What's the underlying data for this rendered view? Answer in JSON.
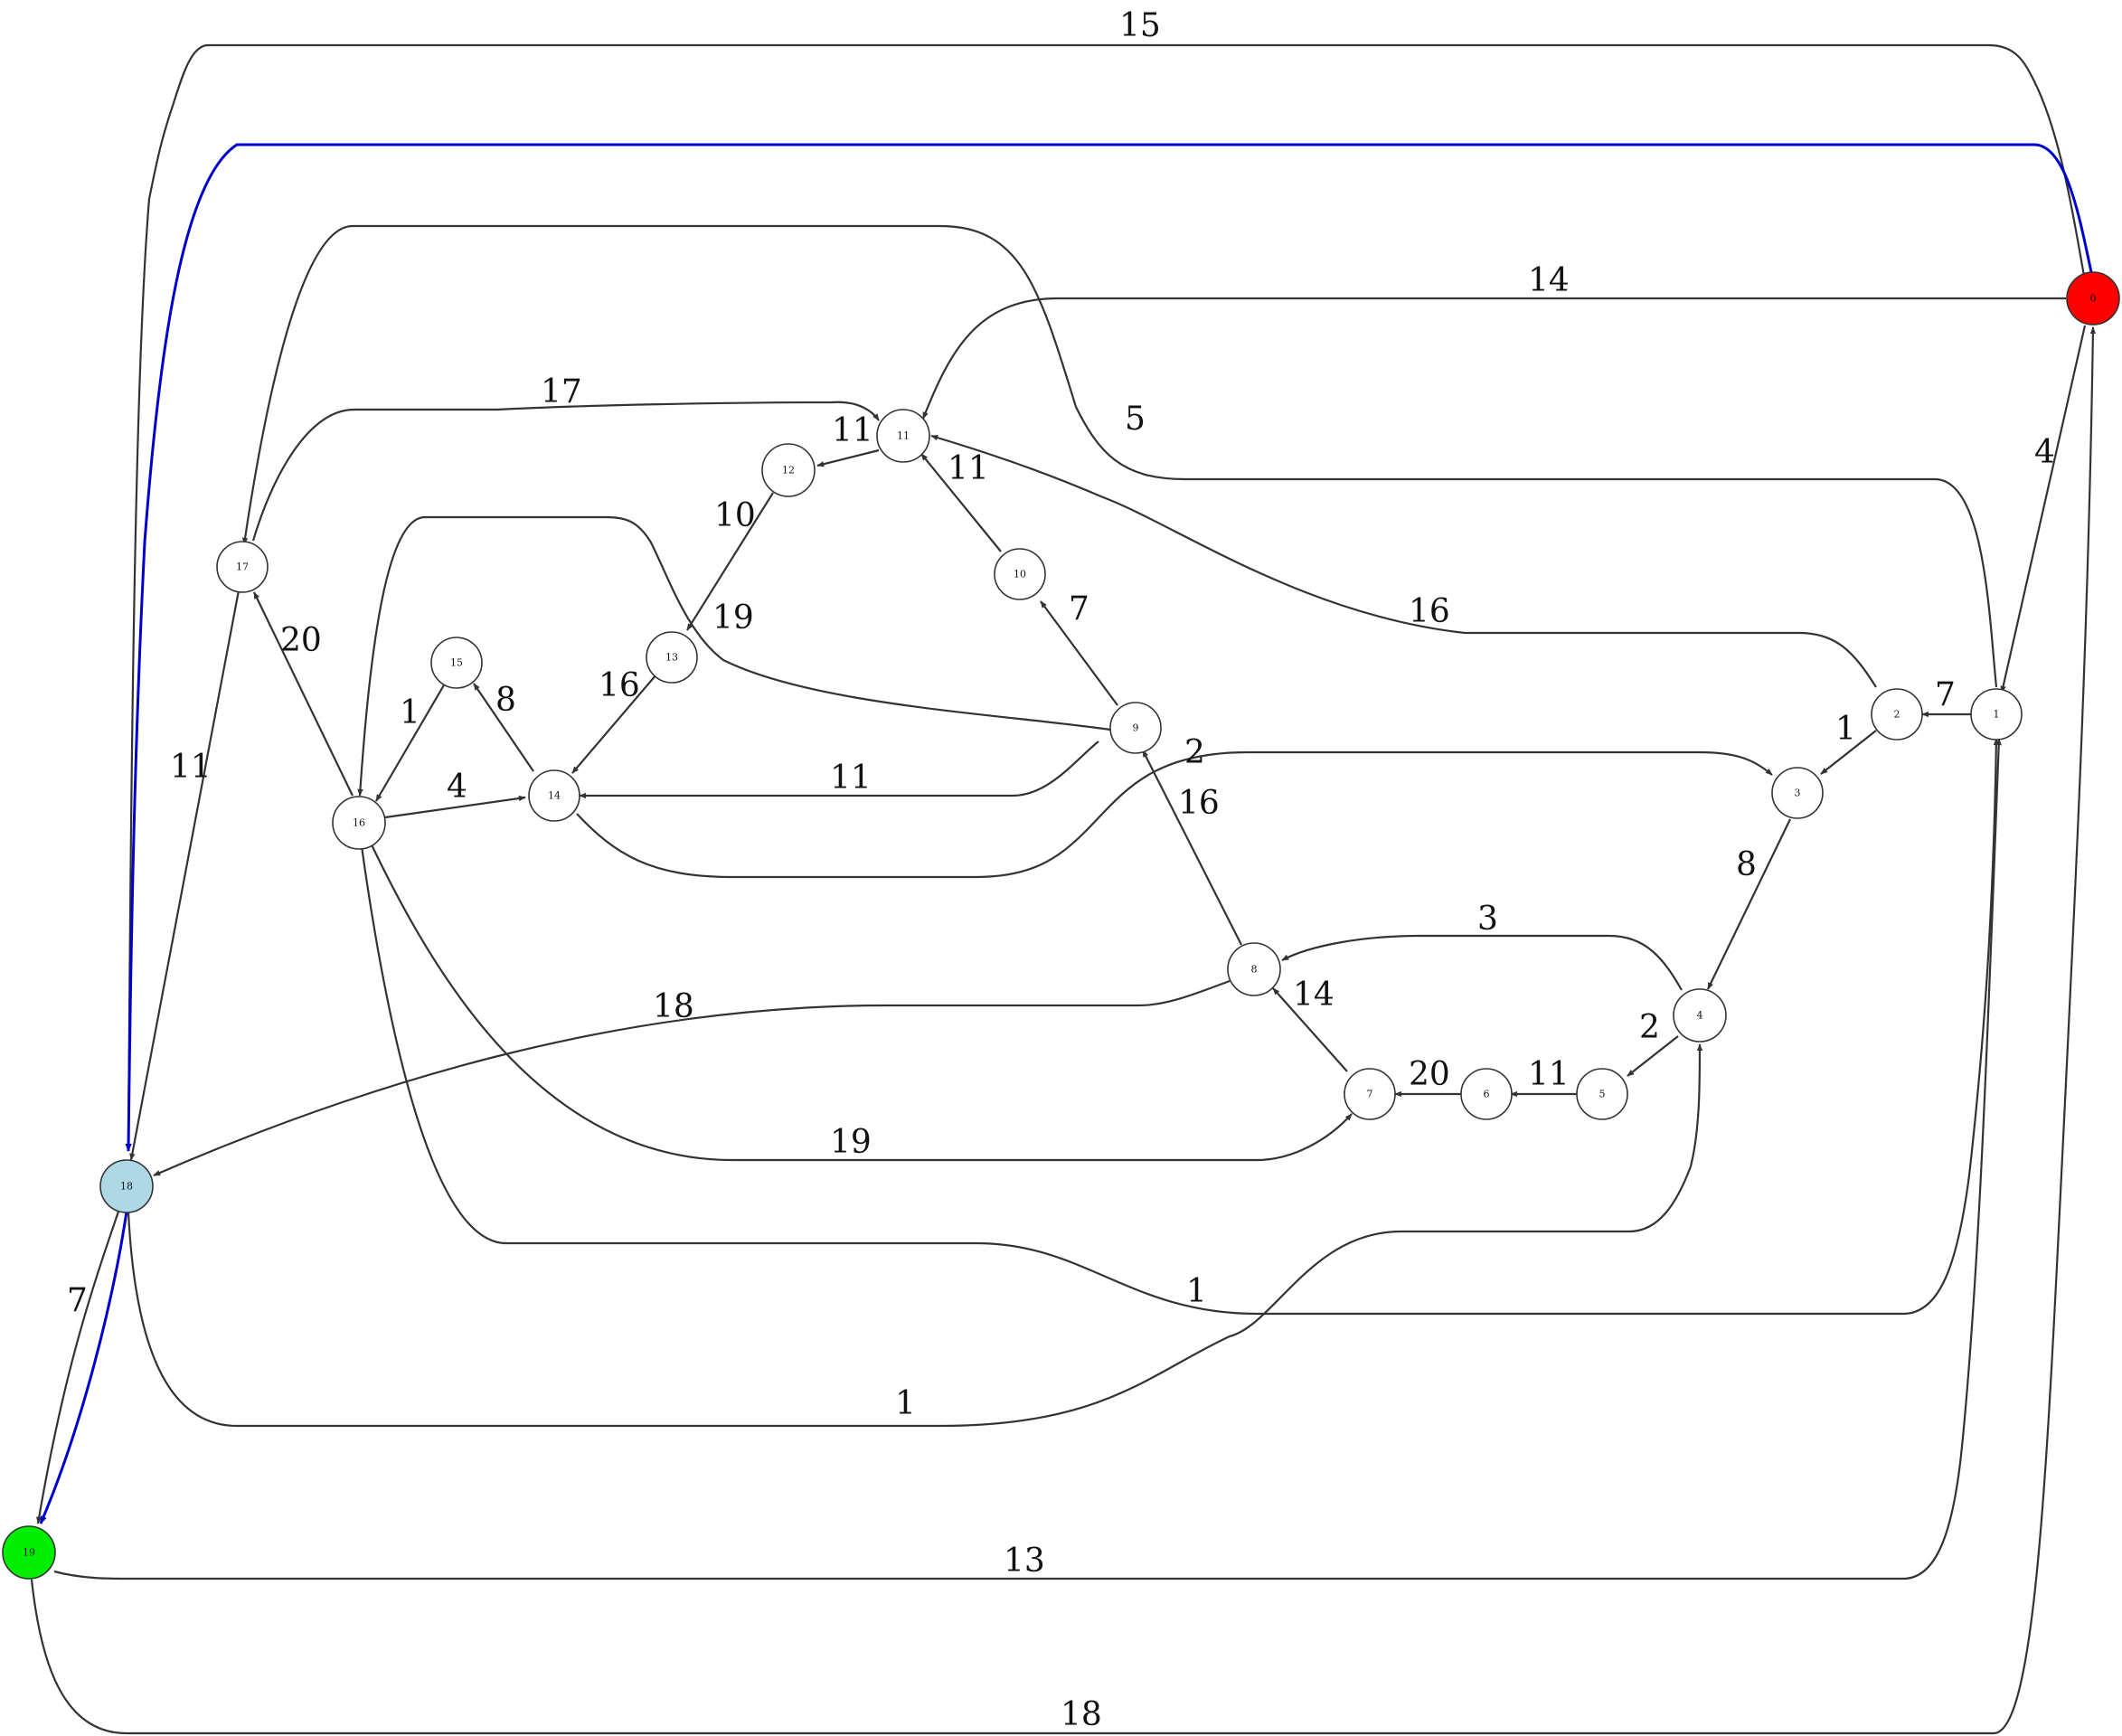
{
  "colors": {
    "source_node": "#ff0000",
    "target_node": "#00ee00",
    "intermediate_node": "#add8e6",
    "default_node": "#ffffff",
    "edge": "#333333",
    "highlight_edge": "#0000cc"
  },
  "nodes": [
    {
      "id": "0",
      "label": "0",
      "role": "source"
    },
    {
      "id": "1",
      "label": "1"
    },
    {
      "id": "2",
      "label": "2"
    },
    {
      "id": "3",
      "label": "3"
    },
    {
      "id": "4",
      "label": "4"
    },
    {
      "id": "5",
      "label": "5"
    },
    {
      "id": "6",
      "label": "6"
    },
    {
      "id": "7",
      "label": "7"
    },
    {
      "id": "8",
      "label": "8"
    },
    {
      "id": "9",
      "label": "9"
    },
    {
      "id": "10",
      "label": "10"
    },
    {
      "id": "11",
      "label": "11"
    },
    {
      "id": "12",
      "label": "12"
    },
    {
      "id": "13",
      "label": "13"
    },
    {
      "id": "14",
      "label": "14"
    },
    {
      "id": "15",
      "label": "15"
    },
    {
      "id": "16",
      "label": "16"
    },
    {
      "id": "17",
      "label": "17"
    },
    {
      "id": "18",
      "label": "18",
      "role": "path"
    },
    {
      "id": "19",
      "label": "19",
      "role": "target"
    }
  ],
  "edges": [
    {
      "from": "0",
      "to": "18",
      "weight": "15"
    },
    {
      "from": "0",
      "to": "18",
      "weight": "",
      "highlight": true
    },
    {
      "from": "0",
      "to": "11",
      "weight": "14"
    },
    {
      "from": "0",
      "to": "1",
      "weight": "4"
    },
    {
      "from": "1",
      "to": "17",
      "weight": "5"
    },
    {
      "from": "1",
      "to": "2",
      "weight": "7"
    },
    {
      "from": "2",
      "to": "11",
      "weight": "16"
    },
    {
      "from": "2",
      "to": "3",
      "weight": "1"
    },
    {
      "from": "3",
      "to": "4",
      "weight": "8"
    },
    {
      "from": "4",
      "to": "8",
      "weight": "3"
    },
    {
      "from": "4",
      "to": "5",
      "weight": "2"
    },
    {
      "from": "5",
      "to": "6",
      "weight": "11"
    },
    {
      "from": "6",
      "to": "7",
      "weight": "20"
    },
    {
      "from": "7",
      "to": "8",
      "weight": "14"
    },
    {
      "from": "8",
      "to": "9",
      "weight": "16"
    },
    {
      "from": "8",
      "to": "18",
      "weight": "18"
    },
    {
      "from": "9",
      "to": "10",
      "weight": "7"
    },
    {
      "from": "9",
      "to": "14",
      "weight": "11"
    },
    {
      "from": "9",
      "to": "16",
      "weight": "19"
    },
    {
      "from": "10",
      "to": "11",
      "weight": "11"
    },
    {
      "from": "11",
      "to": "12",
      "weight": "11"
    },
    {
      "from": "12",
      "to": "13",
      "weight": "10"
    },
    {
      "from": "13",
      "to": "14",
      "weight": "16"
    },
    {
      "from": "14",
      "to": "15",
      "weight": "8"
    },
    {
      "from": "14",
      "to": "3",
      "weight": "2"
    },
    {
      "from": "15",
      "to": "16",
      "weight": "1"
    },
    {
      "from": "16",
      "to": "14",
      "weight": "4"
    },
    {
      "from": "16",
      "to": "17",
      "weight": "20"
    },
    {
      "from": "16",
      "to": "7",
      "weight": "19"
    },
    {
      "from": "16",
      "to": "1",
      "weight": "1"
    },
    {
      "from": "17",
      "to": "11",
      "weight": "17"
    },
    {
      "from": "17",
      "to": "18",
      "weight": "11"
    },
    {
      "from": "18",
      "to": "19",
      "weight": "7"
    },
    {
      "from": "18",
      "to": "19",
      "weight": "",
      "highlight": true
    },
    {
      "from": "18",
      "to": "4",
      "weight": "1"
    },
    {
      "from": "19",
      "to": "1",
      "weight": "13"
    },
    {
      "from": "19",
      "to": "0",
      "weight": "18"
    }
  ]
}
